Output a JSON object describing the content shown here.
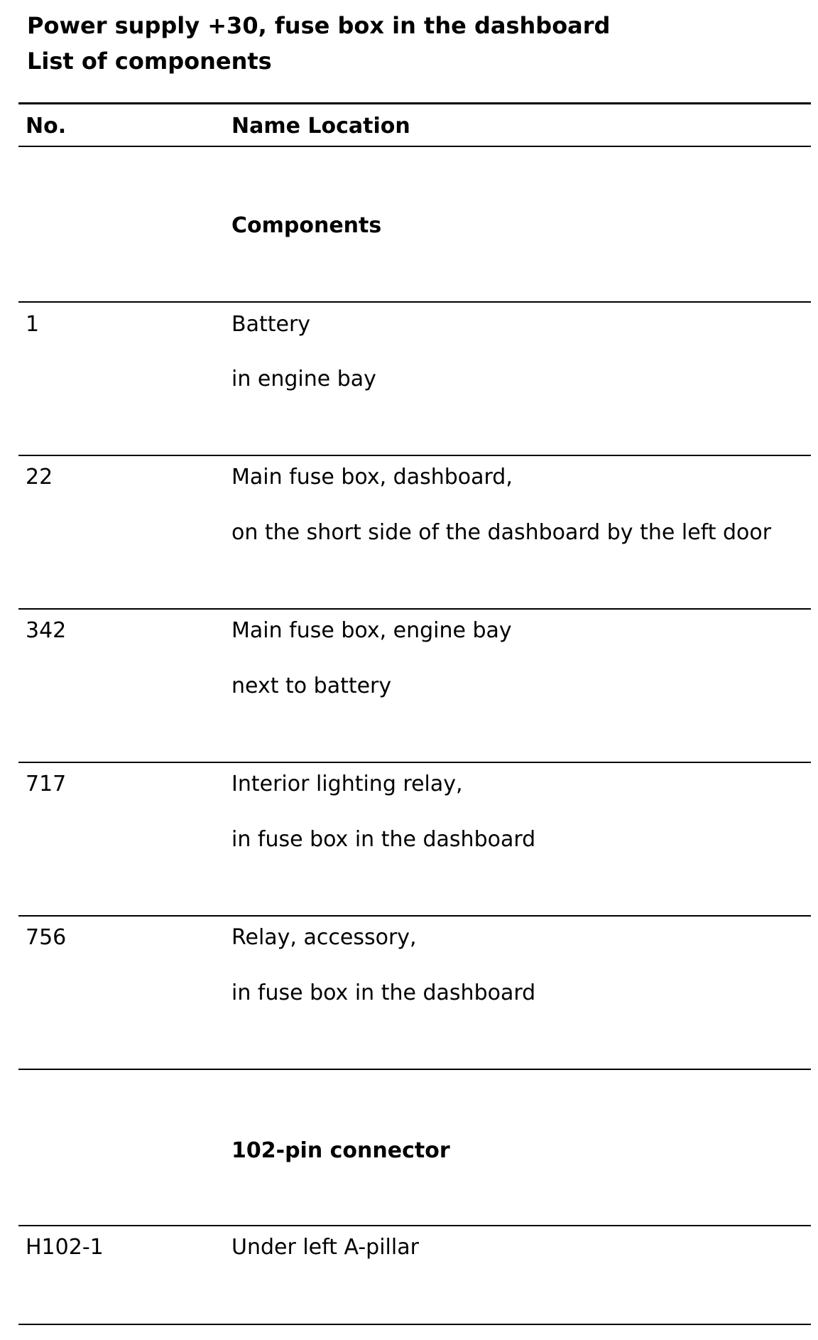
{
  "document": {
    "title": "Power supply +30, fuse box in the dashboard",
    "subtitle": "List of components"
  },
  "table": {
    "headers": {
      "no": "No.",
      "name_location": "Name Location"
    },
    "sections": [
      {
        "heading": "Components",
        "rows": [
          {
            "no": "1",
            "name": "Battery",
            "location": "in engine bay"
          },
          {
            "no": "22",
            "name": "Main fuse box, dashboard,",
            "location": "on the short side of the dashboard by the left door"
          },
          {
            "no": "342",
            "name": "Main fuse box, engine bay",
            "location": "next to battery"
          },
          {
            "no": "717",
            "name": "Interior lighting relay,",
            "location": "in fuse box in the dashboard"
          },
          {
            "no": "756",
            "name": "Relay, accessory,",
            "location": "in fuse box in the dashboard"
          }
        ]
      },
      {
        "heading": "102-pin connector",
        "rows": [
          {
            "no": "H102-1",
            "name": "Under left A-pillar"
          }
        ]
      }
    ]
  }
}
